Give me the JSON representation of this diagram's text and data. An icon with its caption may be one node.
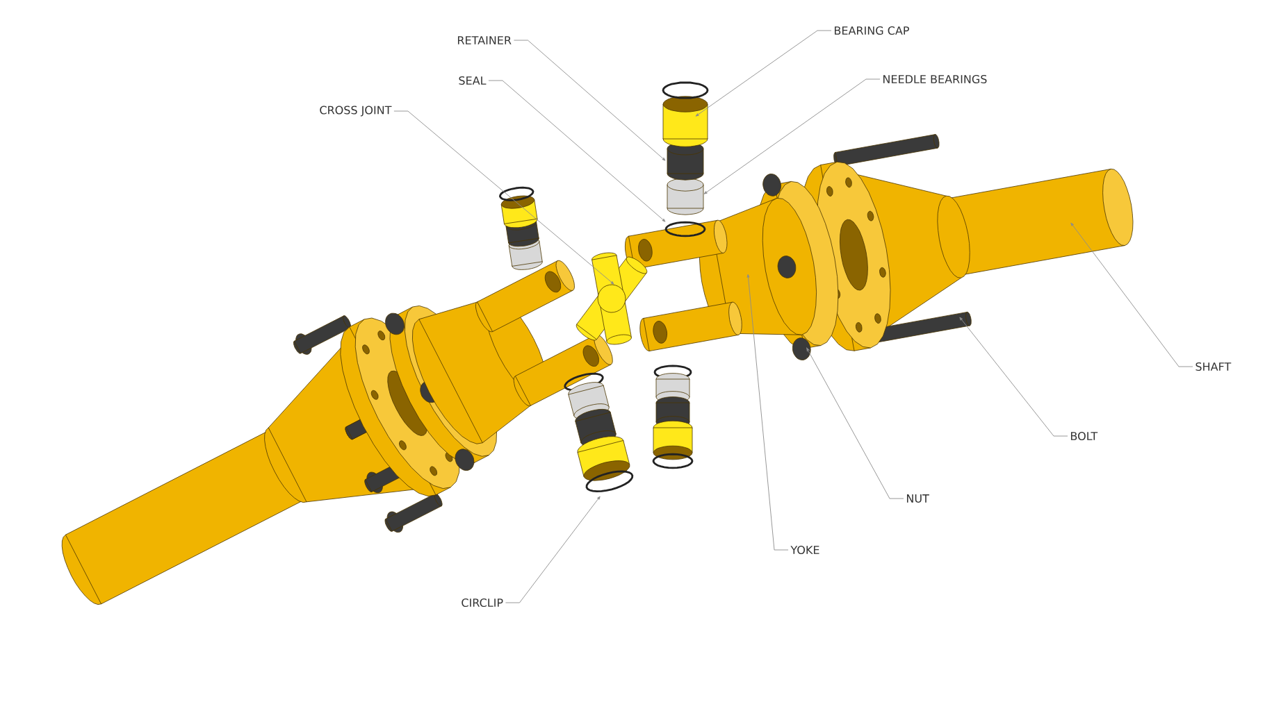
{
  "diagram": {
    "nodes": [
      {
        "text": [
          "BEARING CAP"
        ]
      },
      {
        "text": [
          "RETAINER"
        ]
      },
      {
        "text": [
          "NEEDLE BEARINGS"
        ]
      },
      {
        "text": [
          "SEAL"
        ]
      },
      {
        "text": [
          "CROSS JOINT"
        ]
      },
      {
        "text": [
          "SHAFT"
        ]
      },
      {
        "text": [
          "BOLT"
        ]
      },
      {
        "text": [
          "NUT"
        ]
      },
      {
        "text": [
          "YOKE"
        ]
      },
      {
        "text": [
          "CIRCLIP"
        ]
      }
    ],
    "edges": [
      {
        "from": 0,
        "to": null,
        "arrow": "to"
      },
      {
        "from": 1,
        "to": null,
        "arrow": "to"
      },
      {
        "from": 2,
        "to": null,
        "arrow": "to"
      },
      {
        "from": 3,
        "to": null,
        "arrow": "to"
      },
      {
        "from": 4,
        "to": null,
        "arrow": "to"
      },
      {
        "from": 5,
        "to": null,
        "arrow": "to"
      },
      {
        "from": 6,
        "to": null,
        "arrow": "to"
      },
      {
        "from": 7,
        "to": null,
        "arrow": "to"
      },
      {
        "from": 8,
        "to": null,
        "arrow": "to"
      },
      {
        "from": 9,
        "to": null,
        "arrow": "to"
      }
    ]
  }
}
